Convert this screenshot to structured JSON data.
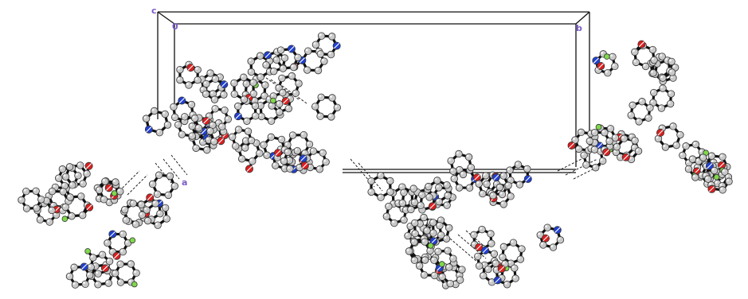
{
  "figure": {
    "axis_labels": {
      "a": "a",
      "b": "b",
      "c": "c",
      "origin": "0"
    },
    "colors": {
      "background": "#ffffff",
      "bond": "#111111",
      "carbon": "#c9c9c9",
      "oxygen": "#d92020",
      "nitrogen": "#2040d0",
      "fluorine": "#7fd94a",
      "hbond": "#222222",
      "axis_label": "#7a5cc7"
    },
    "legend": "none"
  }
}
